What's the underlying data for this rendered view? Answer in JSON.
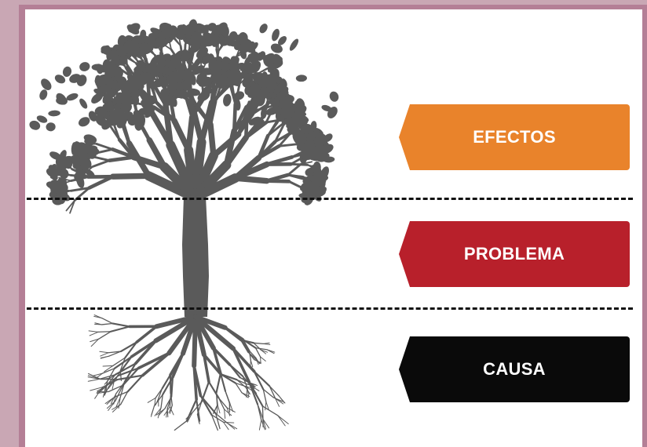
{
  "labels": {
    "effects": "EFECTOS",
    "problem": "PROBLEMA",
    "cause": "CAUSA"
  },
  "colors": {
    "effects": "#E9832B",
    "problem": "#B8202B",
    "cause": "#0A0A0A",
    "tree": "#5a5a5a",
    "frame": "#b47f96"
  },
  "icons": [
    "tree-icon",
    "roots-icon",
    "arrow-tag-left"
  ]
}
